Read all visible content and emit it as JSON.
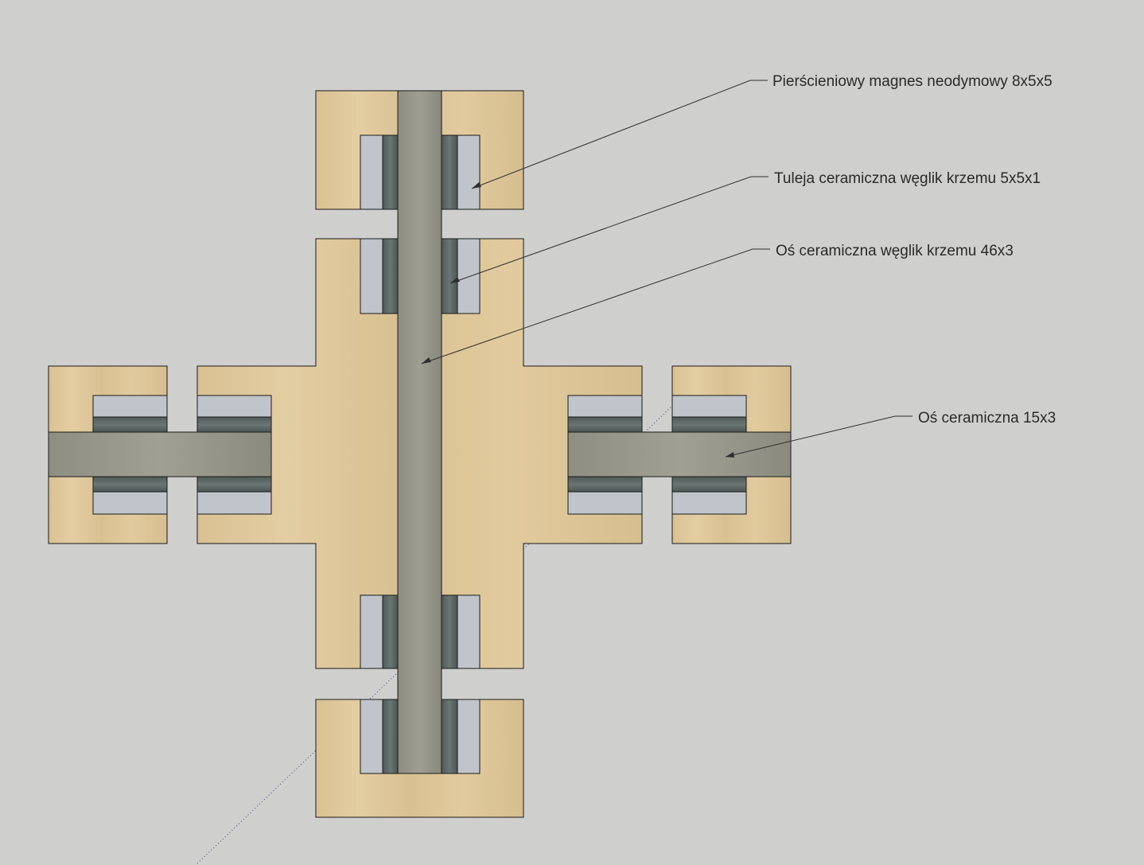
{
  "callouts": {
    "magnet": "Pierścieniowy magnes neodymowy 8x5x5",
    "bushing": "Tuleja ceramiczna węglik krzemu 5x5x1",
    "long_axle": "Oś ceramiczna węglik krzemu 46x3",
    "short_axle": "Oś ceramiczna 15x3"
  },
  "colors": {
    "background": "#cfcfcd",
    "wood": "#dcc597",
    "axle": "#94948a",
    "magnet": "#bfc5ca",
    "bushing": "#56615f",
    "outline": "#1a1a1a",
    "leader_line": "#2f2f2f"
  }
}
